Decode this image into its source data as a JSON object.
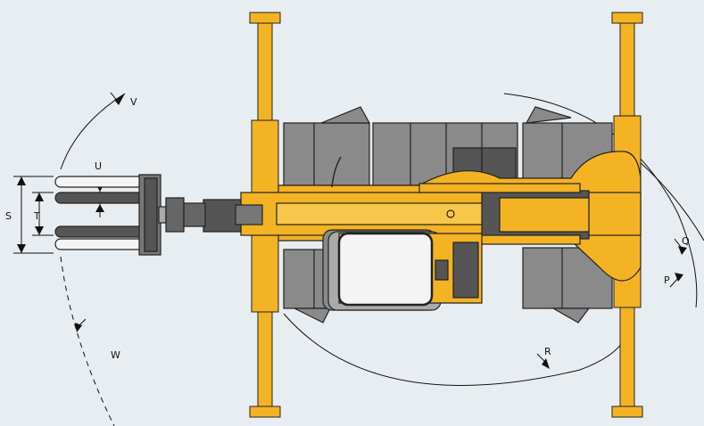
{
  "labels": {
    "V": "V",
    "U": "U",
    "S": "S",
    "T": "T",
    "W": "W",
    "Q": "Q",
    "P": "P",
    "R": "R"
  },
  "colors": {
    "background": "#e8edf1",
    "machine_yellow": "#f4b323",
    "machine_yellow_dark": "#c98a00",
    "tracks_grey": "#8a8a8a",
    "dark_grey": "#555555",
    "outline": "#222222",
    "window_white": "#f4f4f4"
  }
}
